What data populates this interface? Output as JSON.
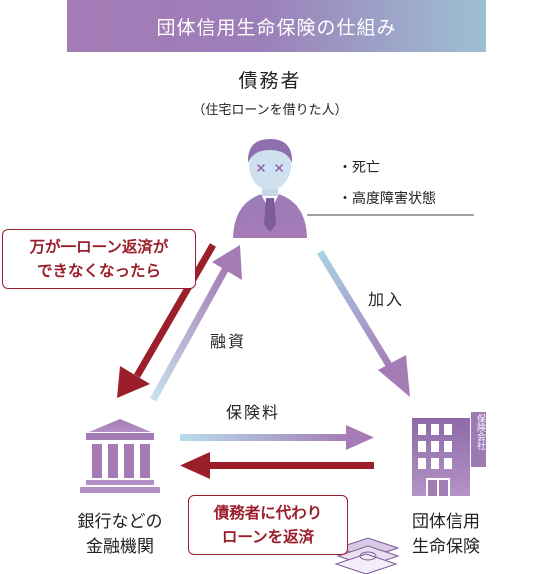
{
  "title": "団体信用生命保険の仕組み",
  "debtor": {
    "name": "債務者",
    "sub": "（住宅ローンを借りた人）",
    "conditions": [
      "・死亡",
      "・高度障害状態"
    ]
  },
  "bank": {
    "line1": "銀行などの",
    "line2": "金融機関"
  },
  "insurer": {
    "line1": "団体信用",
    "line2": "生命保険",
    "building_sign": "保険会社"
  },
  "arrows": {
    "join": "加入",
    "financing": "融資",
    "premium": "保険料"
  },
  "callout_default": {
    "line1": "万が一ローン返済が",
    "line2": "できなくなったら"
  },
  "callout_repay": {
    "line1": "債務者に代わり",
    "line2": "ローンを返済"
  },
  "colors": {
    "dark_red": "#9a1f2a",
    "purple": "#a57bb6",
    "light_blue": "#a9cfe0",
    "icon_purple": "#a07bb4"
  }
}
